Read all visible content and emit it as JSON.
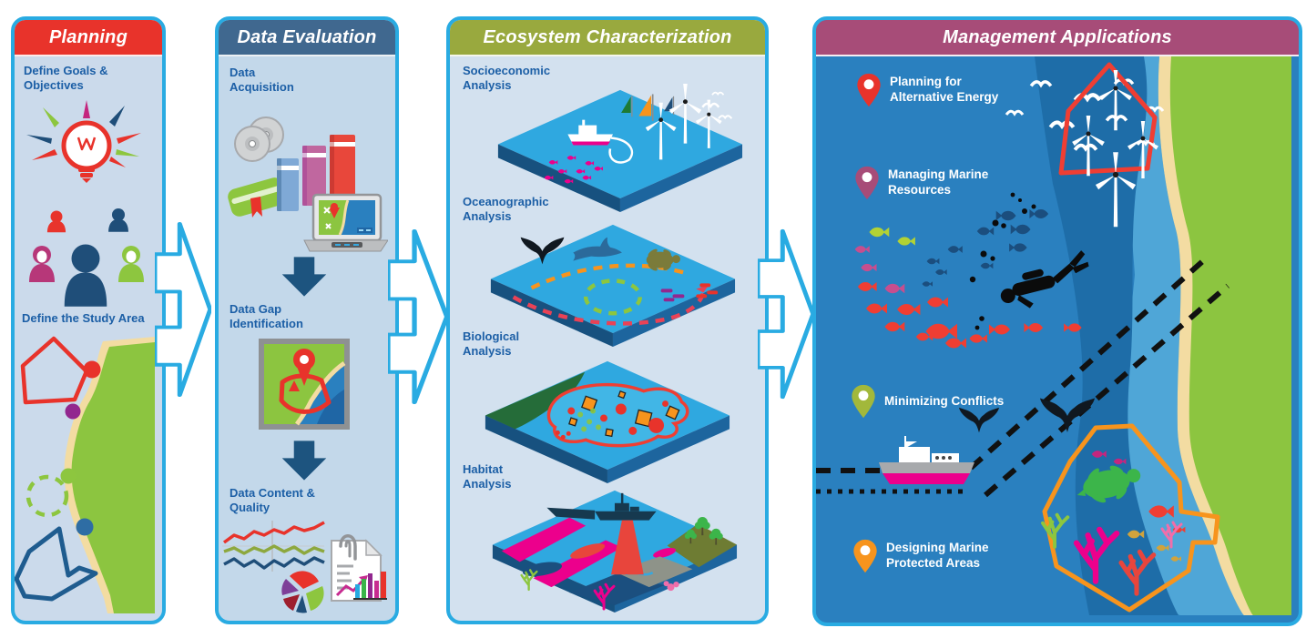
{
  "panels": [
    {
      "title": "Planning",
      "header_color": "#E8332B",
      "items": [
        "Define Goals & Objectives",
        "Define the Study Area"
      ]
    },
    {
      "title": "Data Evaluation",
      "header_color": "#40688F",
      "items": [
        "Data Acquisition",
        "Data Gap Identification",
        "Data Content & Quality"
      ]
    },
    {
      "title": "Ecosystem Characterization",
      "header_color": "#99A93E",
      "items": [
        "Socioeconomic Analysis",
        "Oceanographic Analysis",
        "Biological Analysis",
        "Habitat Analysis"
      ]
    },
    {
      "title": "Management Applications",
      "header_color": "#A74C78",
      "items": [
        {
          "label": "Planning for Alternative Energy",
          "pin_color": "#E8332B"
        },
        {
          "label": "Managing Marine Resources",
          "pin_color": "#A74C78"
        },
        {
          "label": "Minimizing Conflicts",
          "pin_color": "#A2B83B"
        },
        {
          "label": "Designing Marine Protected Areas",
          "pin_color": "#F7941D"
        }
      ]
    }
  ],
  "colors": {
    "panel_border": "#29ABE2",
    "label_text": "#1C5FA6",
    "ocean": "#2A80BF",
    "ocean_dark": "#1E6DA8",
    "ocean_light": "#4FA6D7",
    "land": "#8CC540",
    "beach": "#F3DCA2",
    "flow_arrow_fill": "#FFFFFF",
    "down_arrow": "#1D547F"
  }
}
